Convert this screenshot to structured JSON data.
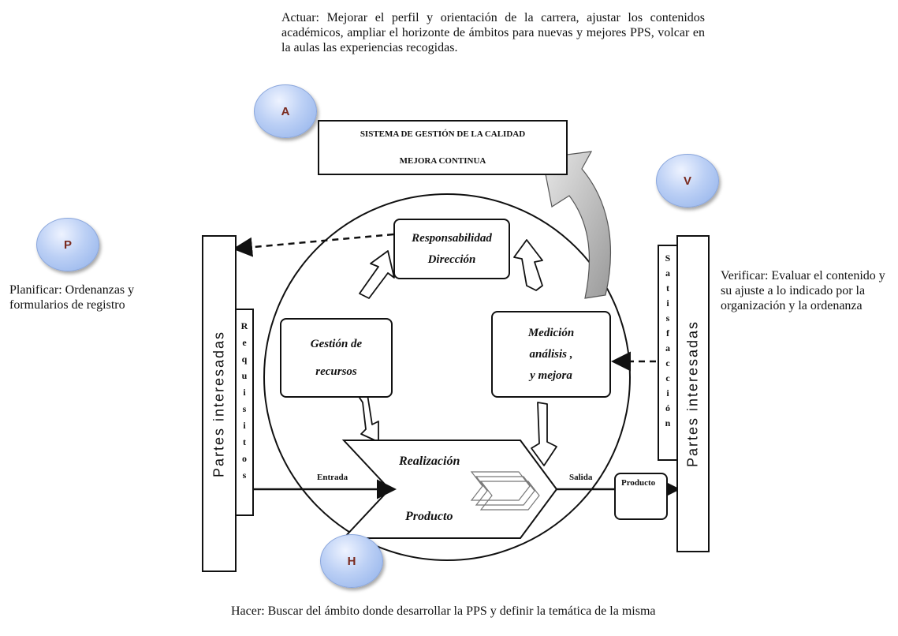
{
  "notes": {
    "actuar": "Actuar: Mejorar el perfil y orientación de la carrera, ajustar los contenidos académicos, ampliar el horizonte de ámbitos para nuevas y mejores PPS, volcar en la aulas las experiencias recogidas.",
    "planificar": "Planificar: Ordenanzas y formularios de registro",
    "verificar": "Verificar: Evaluar el contenido y su ajuste a lo indicado por la organización y la ordenanza",
    "hacer": "Hacer: Buscar del ámbito donde desarrollar la PPS y definir la temática de la misma"
  },
  "badges": {
    "a": "A",
    "v": "V",
    "p": "P",
    "h": "H"
  },
  "system_box": {
    "line1": "SISTEMA DE GESTIÓN DE LA CALIDAD",
    "line2": "MEJORA CONTINUA"
  },
  "process_boxes": {
    "responsabilidad": {
      "line1": "Responsabilidad",
      "line2": "Dirección"
    },
    "gestion": {
      "line1": "Gestión de",
      "line2": "recursos"
    },
    "medicion": {
      "line1": "Medición",
      "line2": "análisis ,",
      "line3": "y mejora"
    }
  },
  "realizacion": {
    "line1": "Realización",
    "line2": "Producto"
  },
  "left_panel": {
    "label": "Partes interesadas",
    "requisitos": [
      "R",
      "e",
      "q",
      "u",
      "i",
      "s",
      "i",
      "t",
      "o",
      "s"
    ]
  },
  "right_panel": {
    "label": "Partes interesadas",
    "satisfaccion": [
      "S",
      "a",
      "t",
      "i",
      "s",
      "f",
      "a",
      "c",
      "c",
      "i",
      "ó",
      "n"
    ]
  },
  "flow_labels": {
    "entrada": "Entrada",
    "salida": "Salida",
    "producto": "Producto"
  }
}
